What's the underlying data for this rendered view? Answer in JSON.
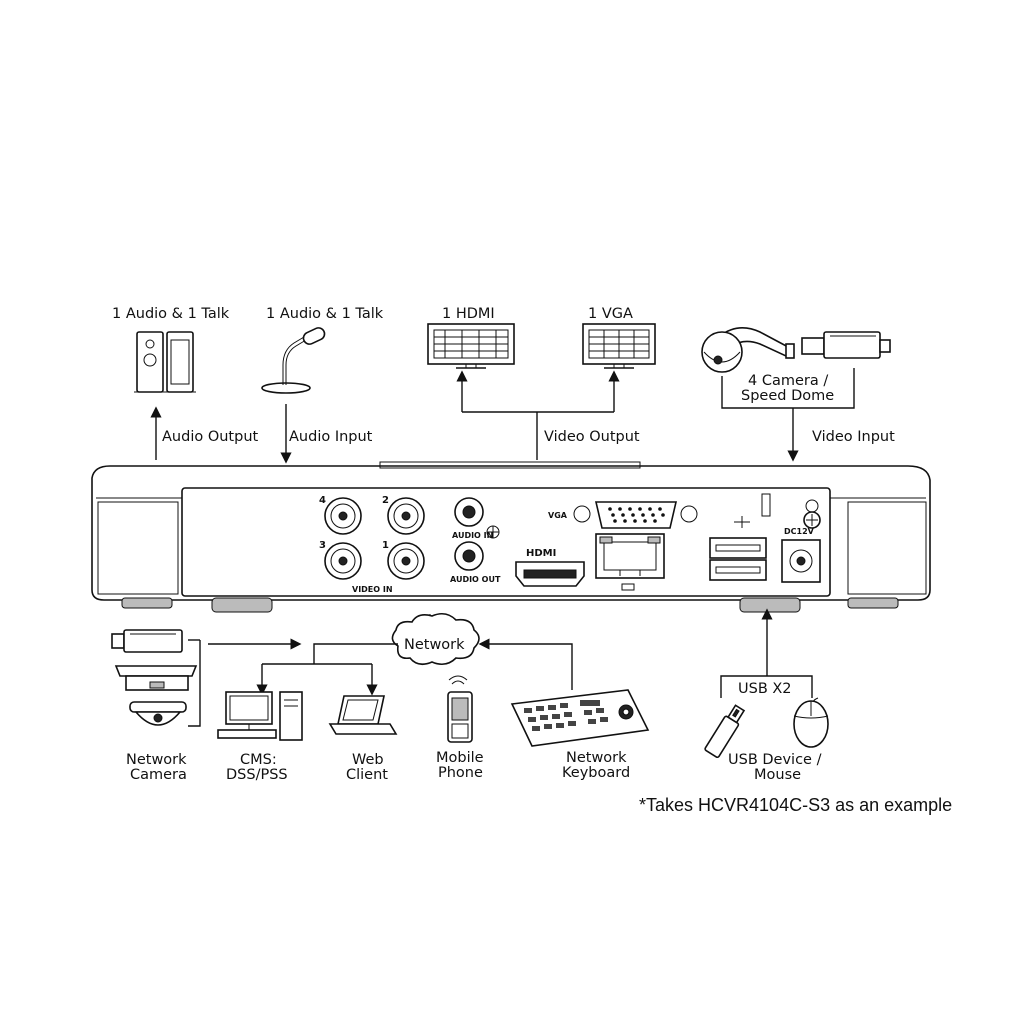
{
  "top": {
    "audio_talk_1": "1 Audio  & 1 Talk",
    "audio_talk_2": "1 Audio & 1 Talk",
    "hdmi": "1 HDMI",
    "vga": "1 VGA",
    "camera_line1": "4  Camera /",
    "camera_line2": "Speed Dome"
  },
  "flows": {
    "audio_output": "Audio  Output",
    "audio_input": "Audio  Input",
    "video_output": "Video Output",
    "video_input": "Video Input"
  },
  "panel": {
    "video_in": "VIDEO IN",
    "audio_in": "AUDIO IN",
    "audio_out": "AUDIO OUT",
    "vga": "VGA",
    "hdmi": "HDMI",
    "dc": "DC12V",
    "ch1": "1",
    "ch2": "2",
    "ch3": "3",
    "ch4": "4"
  },
  "bottom": {
    "network": "Network",
    "network_camera_1": "Network",
    "network_camera_2": "Camera",
    "cms_1": "CMS:",
    "cms_2": "DSS/PSS",
    "web_1": "Web",
    "web_2": "Client",
    "mobile_1": "Mobile",
    "mobile_2": "Phone",
    "keyboard_1": "Network",
    "keyboard_2": "Keyboard",
    "usb_x2": "USB X2",
    "usb_dev_1": "USB Device /",
    "usb_dev_2": "Mouse"
  },
  "footnote": "*Takes HCVR4104C-S3 as an example"
}
